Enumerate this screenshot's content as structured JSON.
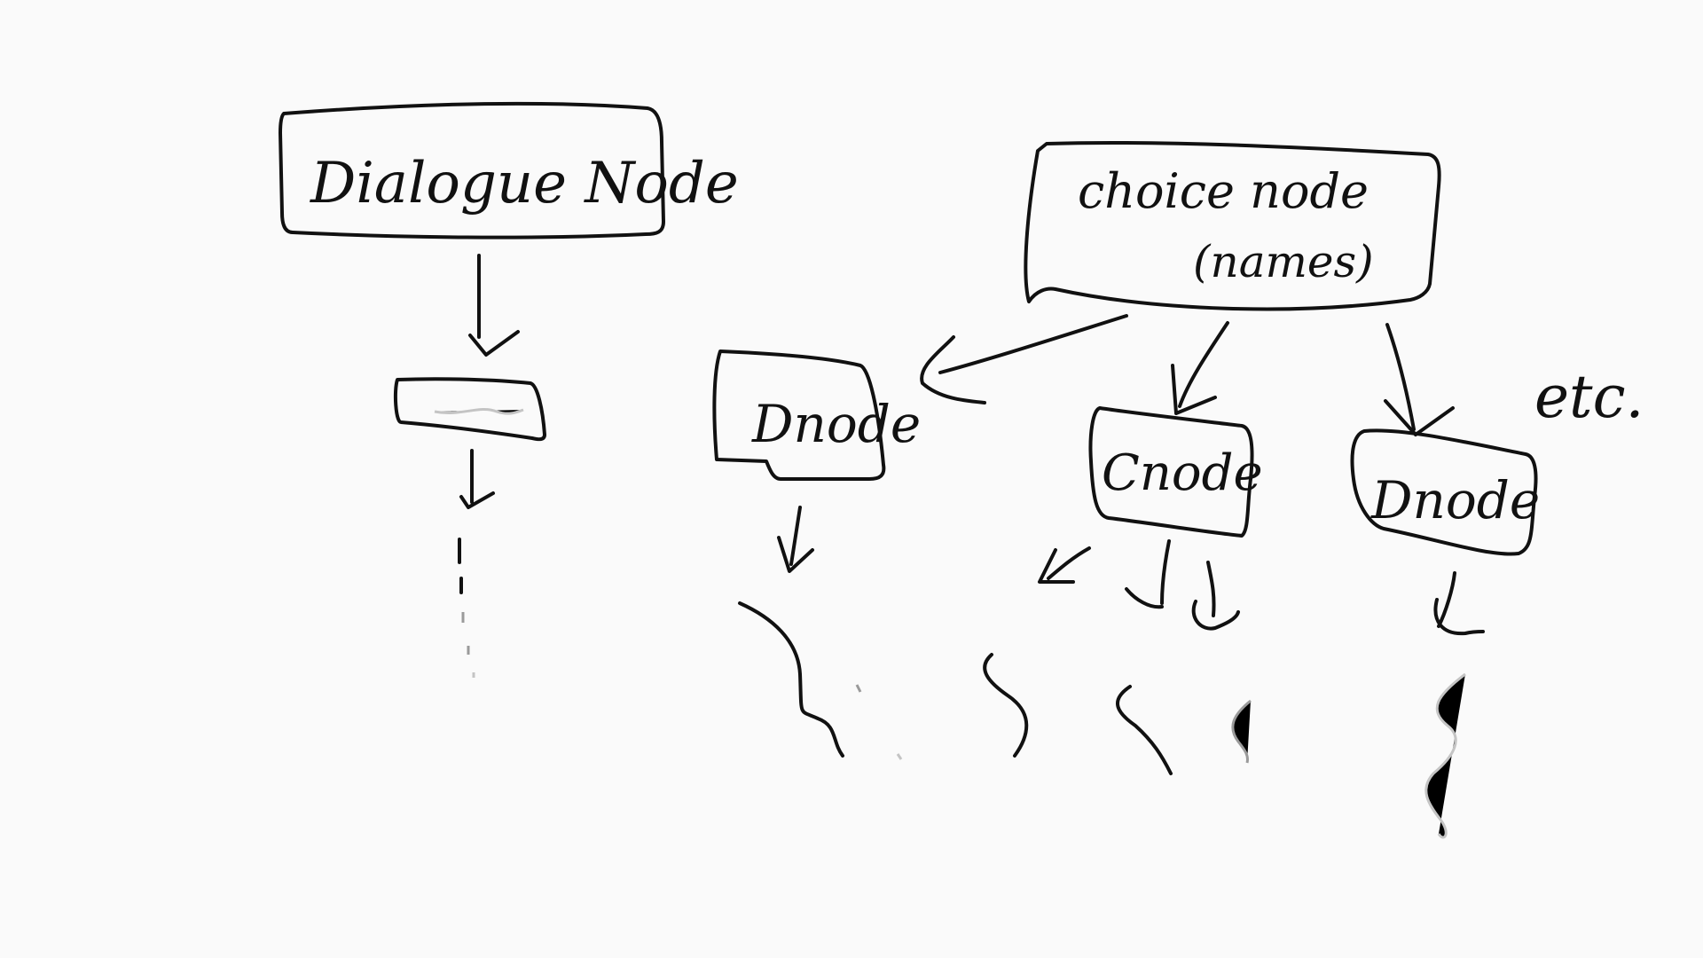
{
  "diagram": {
    "nodes": {
      "dialogue_node": "Dialogue Node",
      "choice_node_line1": "choice node",
      "choice_node_line2": "(names)",
      "d_node_left": "Dnode",
      "c_node": "Cnode",
      "d_node_right": "Dnode"
    },
    "annotation": "etc."
  }
}
